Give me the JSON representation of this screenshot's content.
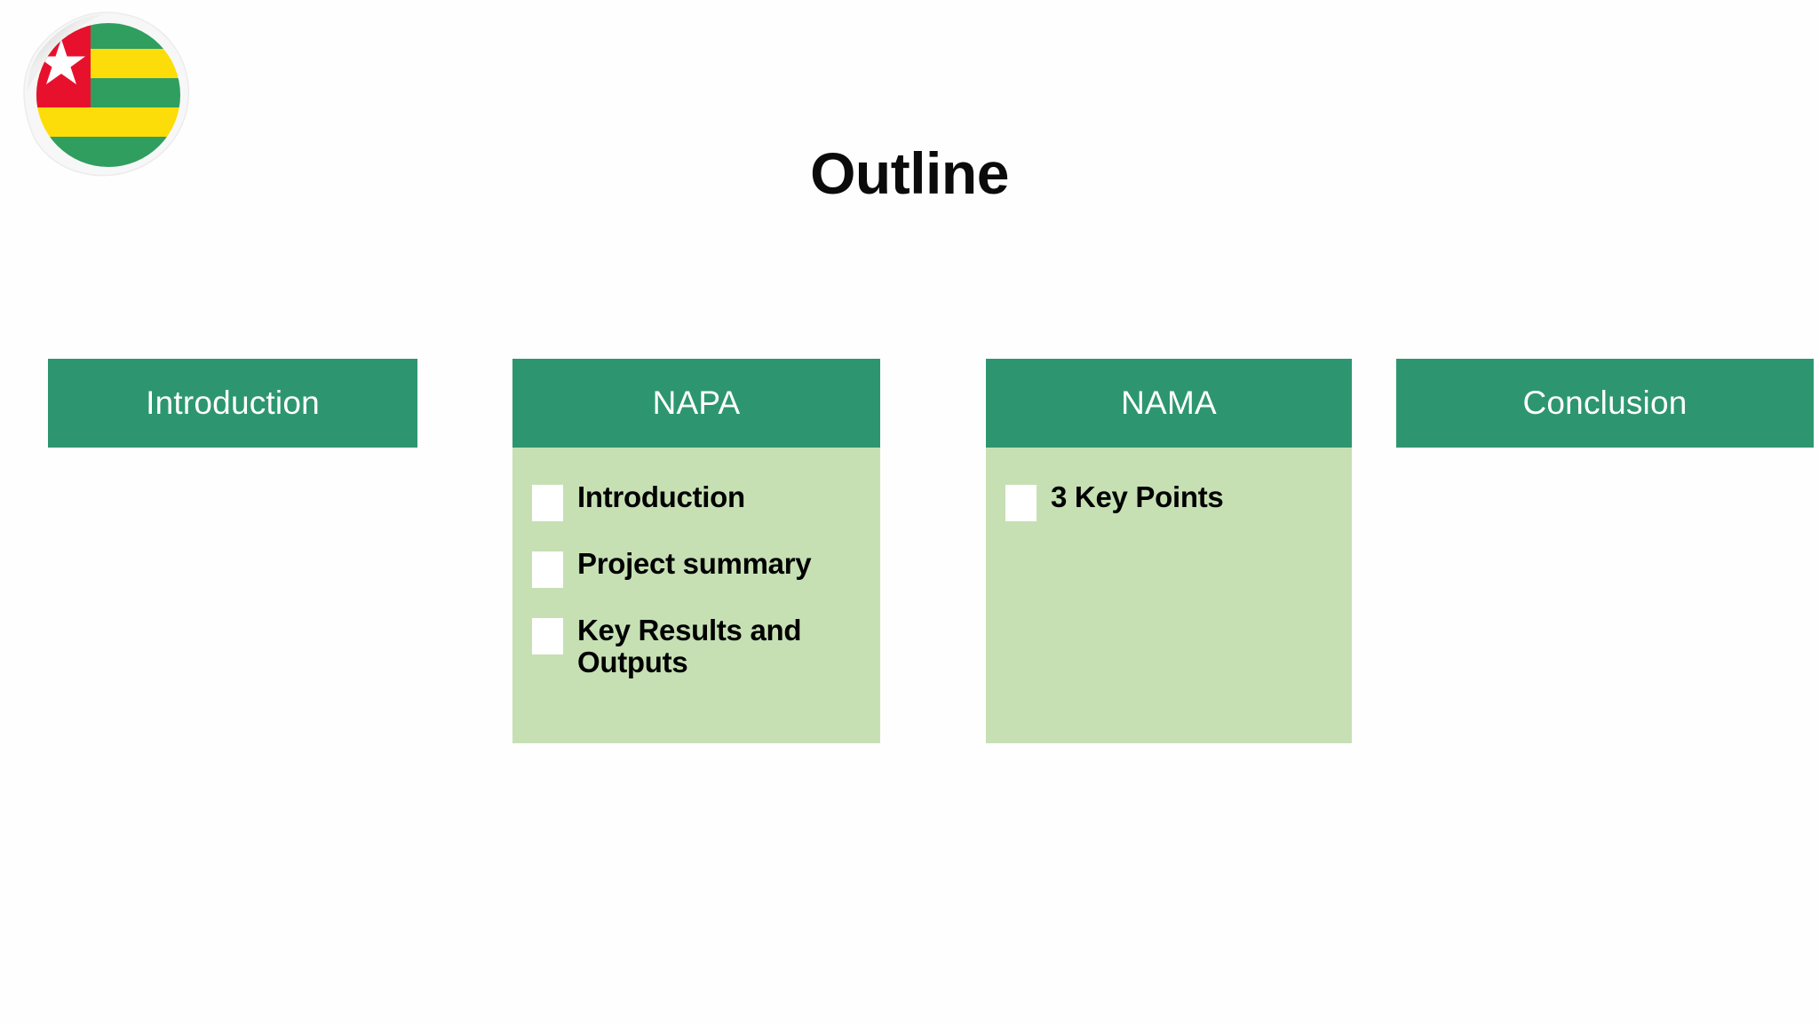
{
  "slide": {
    "title": "Outline",
    "background_color": "#fefefe"
  },
  "logo": {
    "name": "togo-flag-sticker",
    "description": "Togo flag circular sticker badge",
    "colors": {
      "green": "#2f9e5f",
      "yellow": "#fcdd09",
      "red": "#e8112d",
      "star": "#ffffff",
      "border": "#f4f4f4"
    }
  },
  "theme": {
    "header_green": "#2d9670",
    "body_green": "#c6e0b4",
    "header_text": "#ffffff",
    "body_text": "#000000",
    "bullet_color": "#ffffff"
  },
  "columns": [
    {
      "id": "introduction",
      "header": "Introduction",
      "items": []
    },
    {
      "id": "napa",
      "header": "NAPA",
      "items": [
        "Introduction",
        "Project summary",
        "Key Results and Outputs"
      ]
    },
    {
      "id": "nama",
      "header": "NAMA",
      "items": [
        "3 Key Points"
      ]
    },
    {
      "id": "conclusion",
      "header": "Conclusion",
      "items": []
    }
  ]
}
